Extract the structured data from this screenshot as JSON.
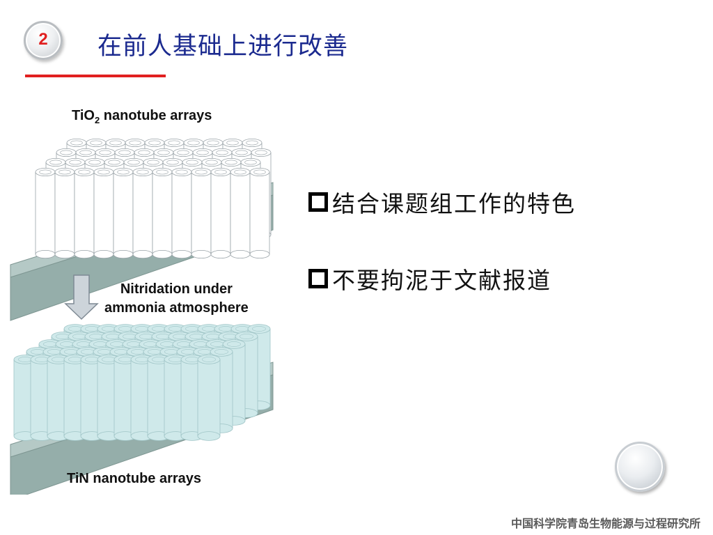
{
  "slide": {
    "number": "2",
    "title": "在前人基础上进行改善",
    "accent_color": "#e11f1f",
    "title_color": "#1b2a8f"
  },
  "figure": {
    "top_label_main": "TiO",
    "top_label_sub": "2",
    "top_label_rest": " nanotube arrays",
    "arrow_label_line1": "Nitridation under",
    "arrow_label_line2": "ammonia atmosphere",
    "bottom_label": "TiN nanotube arrays",
    "colors": {
      "tio2_tube": "#ffffff",
      "tin_tube": "#cfe9ea",
      "substrate_top": "#b5c9c6",
      "substrate_front": "#95aeaa",
      "arrow": "#cdd4da"
    }
  },
  "bullets": [
    {
      "icon": "hollow-square-bullet",
      "text": "结合课题组工作的特色"
    },
    {
      "icon": "hollow-square-bullet",
      "text": "不要拘泥于文献报道"
    }
  ],
  "nav": {
    "icon": "round-nav-button"
  },
  "footer": {
    "text": "中国科学院青岛生物能源与过程研究所"
  }
}
